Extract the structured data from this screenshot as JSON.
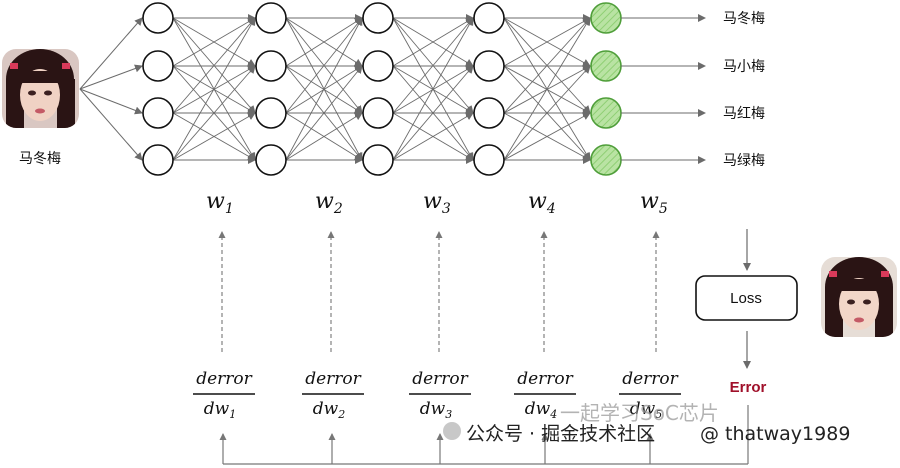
{
  "input_label": "马冬梅",
  "outputs": [
    "马冬梅",
    "马小梅",
    "马红梅",
    "马绿梅"
  ],
  "layers": 5,
  "nodes_per_layer": 4,
  "weights": [
    {
      "base": "w",
      "sub": "1"
    },
    {
      "base": "w",
      "sub": "2"
    },
    {
      "base": "w",
      "sub": "3"
    },
    {
      "base": "w",
      "sub": "4"
    },
    {
      "base": "w",
      "sub": "5"
    }
  ],
  "gradients": [
    {
      "num": "derror",
      "den": "dw",
      "sub": "1"
    },
    {
      "num": "derror",
      "den": "dw",
      "sub": "2"
    },
    {
      "num": "derror",
      "den": "dw",
      "sub": "3"
    },
    {
      "num": "derror",
      "den": "dw",
      "sub": "4"
    },
    {
      "num": "derror",
      "den": "dw",
      "sub": "5"
    }
  ],
  "loss_label": "Loss",
  "error_label": "Error",
  "watermark": {
    "source": "公众号 · 掘金技术社区",
    "handle": "@ thatway1989",
    "faded": "一起学习SoC芯片"
  },
  "colors": {
    "output_fill": "#b9e3a3",
    "output_stroke": "#4f9e3a",
    "error": "#a0102a",
    "edge": "#6b6b6b"
  }
}
